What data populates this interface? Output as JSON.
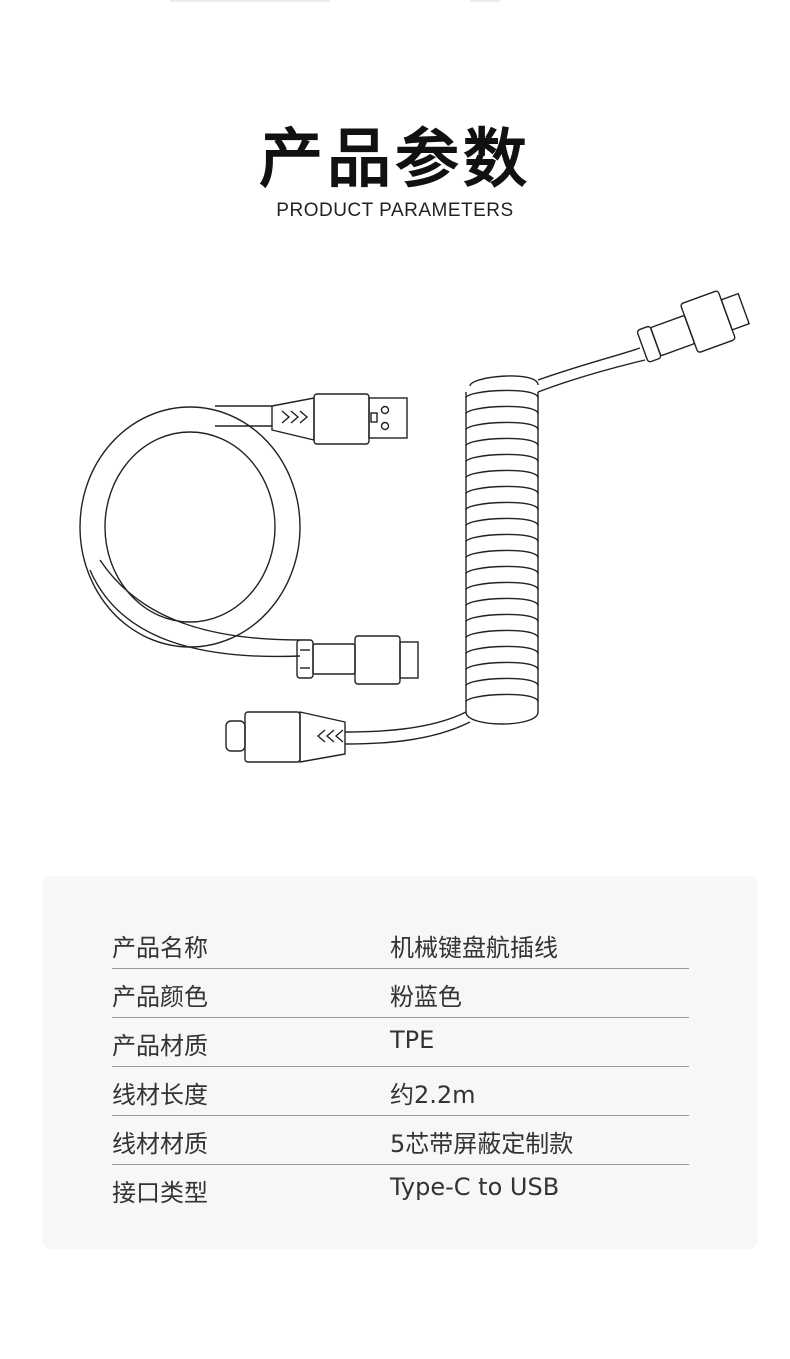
{
  "header": {
    "title": "产品参数",
    "subtitle": "PRODUCT PARAMETERS"
  },
  "illustration": {
    "description_icon": "coiled-aviator-cable-icon"
  },
  "specs": [
    {
      "label": "产品名称",
      "value": "机械键盘航插线"
    },
    {
      "label": "产品颜色",
      "value": "粉蓝色"
    },
    {
      "label": "产品材质",
      "value": "TPE"
    },
    {
      "label": "线材长度",
      "value": "约2.2m"
    },
    {
      "label": "线材材质",
      "value": "5芯带屏蔽定制款"
    },
    {
      "label": "接口类型",
      "value": "Type-C to USB"
    }
  ]
}
